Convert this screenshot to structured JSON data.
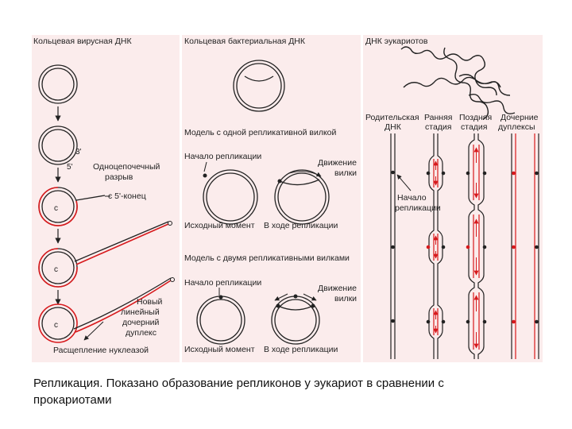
{
  "panel1": {
    "title": "Кольцевая вирусная ДНК",
    "label_3prime": "3'",
    "label_5prime": "5'",
    "nick_label_line1": "Одноцепочечный",
    "nick_label_line2": "разрыв",
    "five_end_label": "с 5'-конец",
    "new_duplex_line1": "Новый",
    "new_duplex_line2": "линейный",
    "new_duplex_line3": "дочерний",
    "new_duplex_line4": "дуплекс",
    "nuclease_label": "Расщепление нуклеазой"
  },
  "panel2": {
    "title": "Кольцевая бактериальная ДНК",
    "model_one_fork": "Модель с одной репликативной вилкой",
    "start_replication_1": "Начало репликации",
    "fork_movement_1_line1": "Движение",
    "fork_movement_1_line2": "вилки",
    "initial_moment_1": "Исходный момент",
    "during_replication_1": "В ходе репликации",
    "model_two_forks": "Модель с двумя репликативными вилками",
    "start_replication_2": "Начало репликации",
    "fork_movement_2_line1": "Движение",
    "fork_movement_2_line2": "вилки",
    "initial_moment_2": "Исходный момент",
    "during_replication_2": "В ходе репликации"
  },
  "panel3": {
    "title": "ДНК эукариотов",
    "col1_line1": "Родительская",
    "col1_line2": "ДНК",
    "col2_line1": "Ранняя",
    "col2_line2": "стадия",
    "col3_line1": "Поздняя",
    "col3_line2": "стадия",
    "col4_line1": "Дочерние",
    "col4_line2": "дуплексы",
    "origin_line1": "Начало",
    "origin_line2": "репликации"
  },
  "colors": {
    "panel_bg": "#fbecec",
    "new_strand": "#d7191c",
    "old_strand": "#222222"
  },
  "caption_line1": "Репликация. Показано образование репликонов у эукариот в сравнении с",
  "caption_line2": "прокариотами"
}
